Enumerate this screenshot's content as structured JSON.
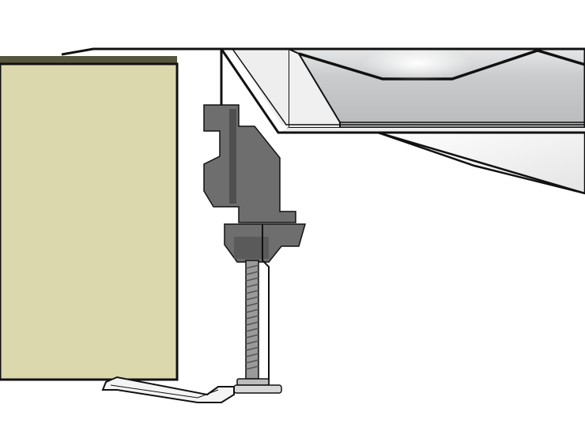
{
  "diagram": {
    "subject": "sink-mounting-clip-cross-section",
    "colors": {
      "background": "#ffffff",
      "cabinet_fill": "#dcd8ae",
      "cabinet_top": "#55543d",
      "outline": "#111111",
      "clip_body": "#6e6e6e",
      "clip_dark": "#4f4f4f",
      "bolt": "#9a9a9a",
      "bolt_thread": "#555555",
      "sink_basin": "#c4c6c8",
      "sink_highlight": "#f2f2f2",
      "sink_rim": "#eeeeee",
      "bracket": "#f4f4f4"
    },
    "parts": [
      "cabinet-side-panel",
      "countertop",
      "sink-rim",
      "sink-basin",
      "mounting-clip",
      "threaded-bolt",
      "clip-foot-bracket"
    ]
  }
}
